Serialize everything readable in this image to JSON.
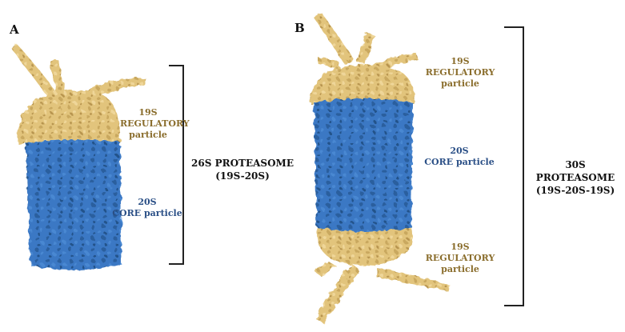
{
  "panels": {
    "a": {
      "label": "A",
      "regulatory": {
        "line1": "19S",
        "line2": "REGULATORY",
        "line3": "particle"
      },
      "core": {
        "line1": "20S",
        "line2": "CORE particle"
      },
      "complex": {
        "line1": "26S PROTEASOME",
        "line2": "(19S-20S)"
      }
    },
    "b": {
      "label": "B",
      "regulatory_top": {
        "line1": "19S",
        "line2": "REGULATORY",
        "line3": "particle"
      },
      "core": {
        "line1": "20S",
        "line2": "CORE particle"
      },
      "regulatory_bottom": {
        "line1": "19S",
        "line2": "REGULATORY",
        "line3": "particle"
      },
      "complex": {
        "line1": "30S PROTEASOME",
        "line2": "(19S-20S-19S)"
      }
    }
  },
  "colors": {
    "regulatory": "#e2c47c",
    "core": "#3b78c4",
    "regulatory_text": "#8a6d2c",
    "core_text": "#2a4f86"
  }
}
